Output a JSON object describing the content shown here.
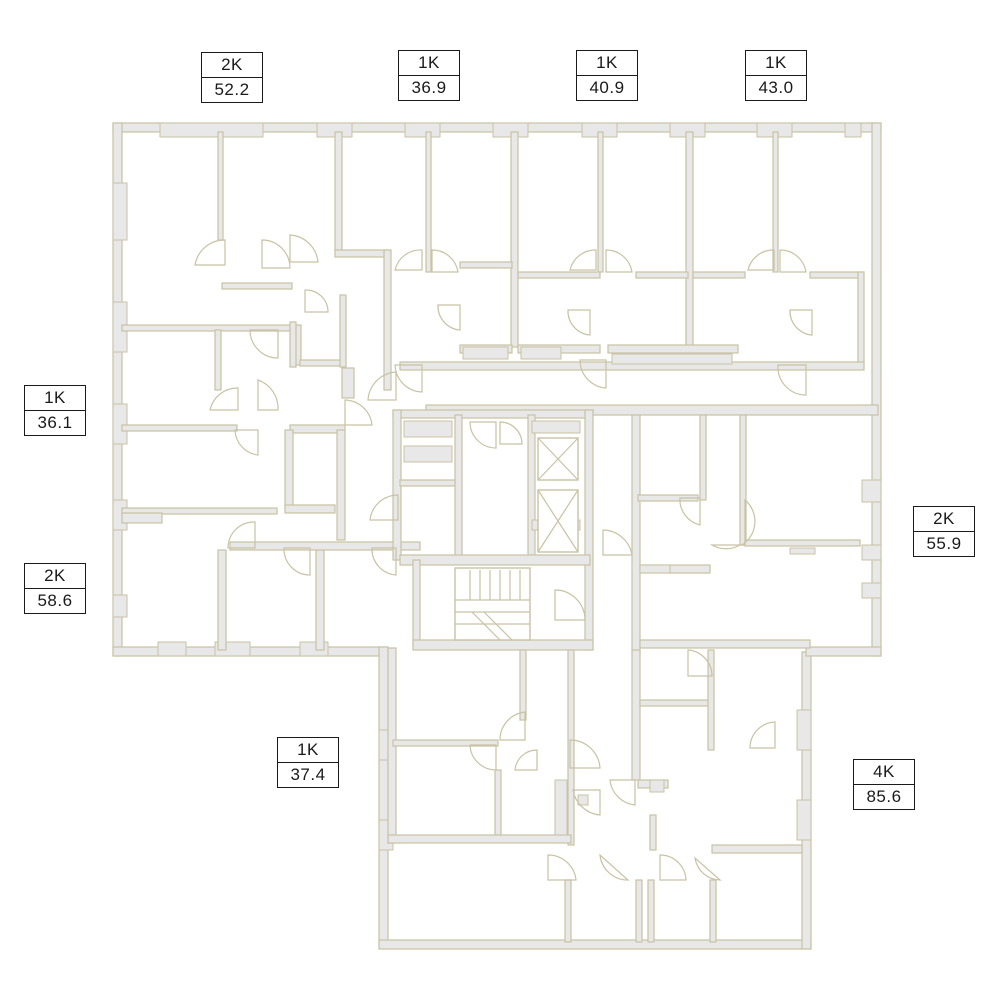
{
  "apartments": [
    {
      "id": "a1",
      "type": "2K",
      "area": "52.2"
    },
    {
      "id": "a2",
      "type": "1K",
      "area": "36.9"
    },
    {
      "id": "a3",
      "type": "1K",
      "area": "40.9"
    },
    {
      "id": "a4",
      "type": "1K",
      "area": "43.0"
    },
    {
      "id": "a5",
      "type": "1K",
      "area": "36.1"
    },
    {
      "id": "a6",
      "type": "2K",
      "area": "55.9"
    },
    {
      "id": "a7",
      "type": "2K",
      "area": "58.6"
    },
    {
      "id": "a8",
      "type": "1K",
      "area": "37.4"
    },
    {
      "id": "a9",
      "type": "4K",
      "area": "85.6"
    }
  ],
  "colors": {
    "wall": "#e8e8e8",
    "wall_edge": "#c9c2a4",
    "glazing": "#bcd3dc",
    "label_border": "#1a1a1a"
  }
}
